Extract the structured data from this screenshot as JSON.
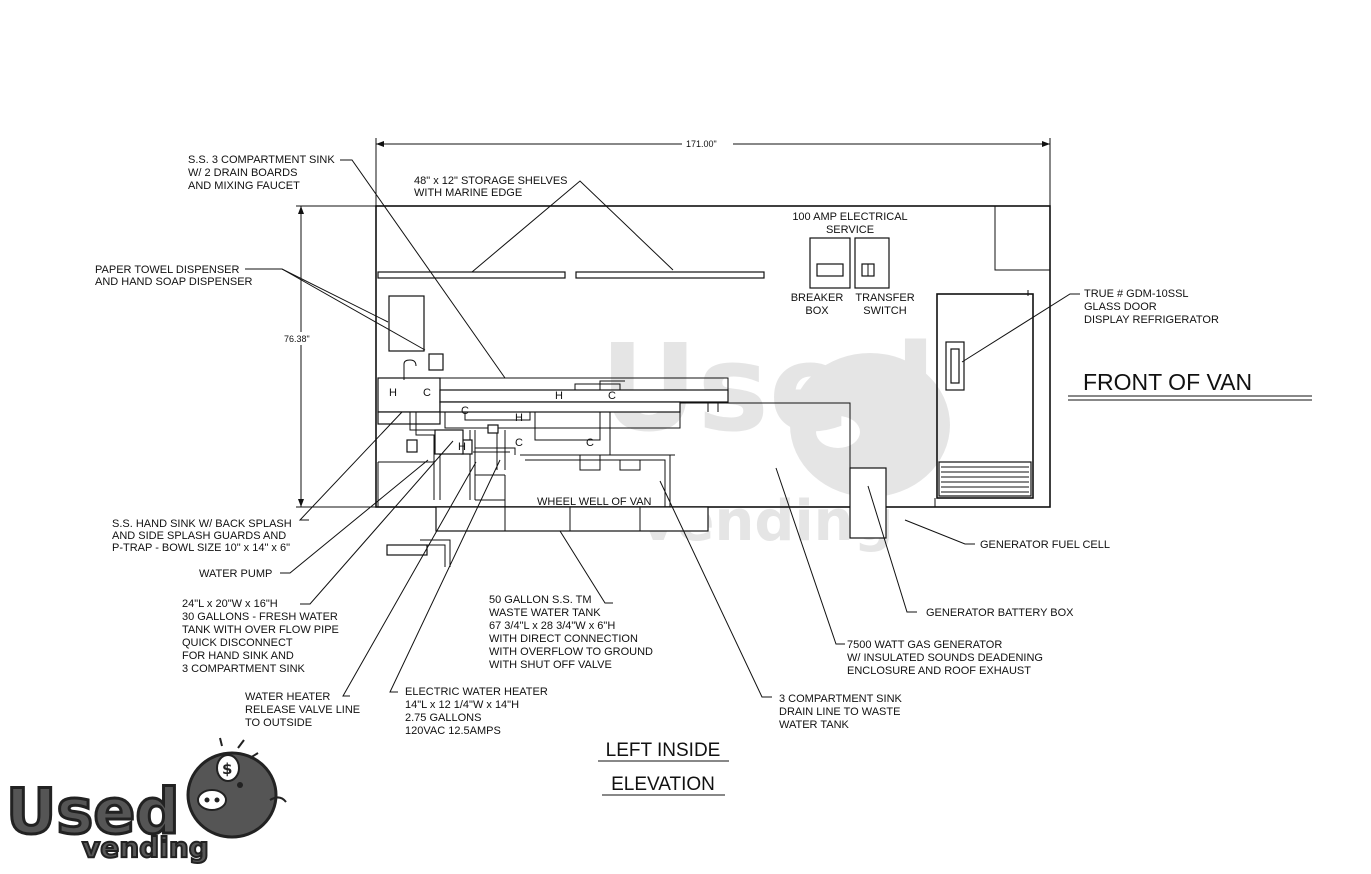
{
  "dimensions": {
    "length": "171.00\"",
    "height": "76.38\""
  },
  "callouts": {
    "sink3": [
      "S.S. 3 COMPARTMENT SINK",
      "W/ 2 DRAIN BOARDS",
      "AND MIXING FAUCET"
    ],
    "shelves": [
      "48\" x 12\" STORAGE SHELVES",
      "WITH MARINE EDGE"
    ],
    "electrical": [
      "100 AMP ELECTRICAL",
      "SERVICE"
    ],
    "breaker": [
      "BREAKER",
      "BOX"
    ],
    "transfer": [
      "TRANSFER",
      "SWITCH"
    ],
    "paper_towel": [
      "PAPER TOWEL DISPENSER",
      "AND HAND SOAP DISPENSER"
    ],
    "fridge": [
      "TRUE # GDM-10SSL",
      "GLASS DOOR",
      "DISPLAY REFRIGERATOR"
    ],
    "hand_sink": [
      "S.S. HAND SINK W/ BACK SPLASH",
      "AND SIDE SPLASH GUARDS AND",
      "P-TRAP - BOWL SIZE 10\" x 14\" x 6\""
    ],
    "water_pump": [
      "WATER PUMP"
    ],
    "fresh_tank": [
      "24\"L x 20\"W x 16\"H",
      "30 GALLONS - FRESH WATER",
      "TANK WITH OVER FLOW PIPE",
      "QUICK DISCONNECT",
      "FOR HAND SINK AND",
      "3 COMPARTMENT SINK"
    ],
    "waste_tank": [
      "50 GALLON S.S. TM",
      "WASTE WATER TANK",
      "67 3/4\"L x 28 3/4\"W x 6\"H",
      "WITH DIRECT CONNECTION",
      "WITH OVERFLOW TO GROUND",
      "WITH SHUT OFF VALVE"
    ],
    "heater_valve": [
      "WATER HEATER",
      "RELEASE VALVE LINE",
      "TO OUTSIDE"
    ],
    "elec_heater": [
      "ELECTRIC WATER HEATER",
      "14\"L x 12 1/4\"W x 14\"H",
      "2.75 GALLONS",
      "120VAC 12.5AMPS"
    ],
    "drain_line": [
      "3 COMPARTMENT SINK",
      "DRAIN LINE TO WASTE",
      "WATER TANK"
    ],
    "generator": [
      "7500 WATT GAS GENERATOR",
      "W/ INSULATED SOUNDS DEADENING",
      "ENCLOSURE AND ROOF EXHAUST"
    ],
    "battery": [
      "GENERATOR BATTERY BOX"
    ],
    "fuel": [
      "GENERATOR FUEL CELL"
    ]
  },
  "inline_labels": {
    "wheel_well": "WHEEL WELL OF VAN",
    "hot": "H",
    "cold": "C"
  },
  "headings": {
    "front": "FRONT OF VAN",
    "elevation_line1": "LEFT INSIDE",
    "elevation_line2": "ELEVATION"
  },
  "logo": {
    "word1": "Used",
    "word2": "vending",
    "icon": "piggy-bank-icon",
    "dollar": "$",
    "fill_color": "#555555",
    "outline_color": "#222222"
  }
}
